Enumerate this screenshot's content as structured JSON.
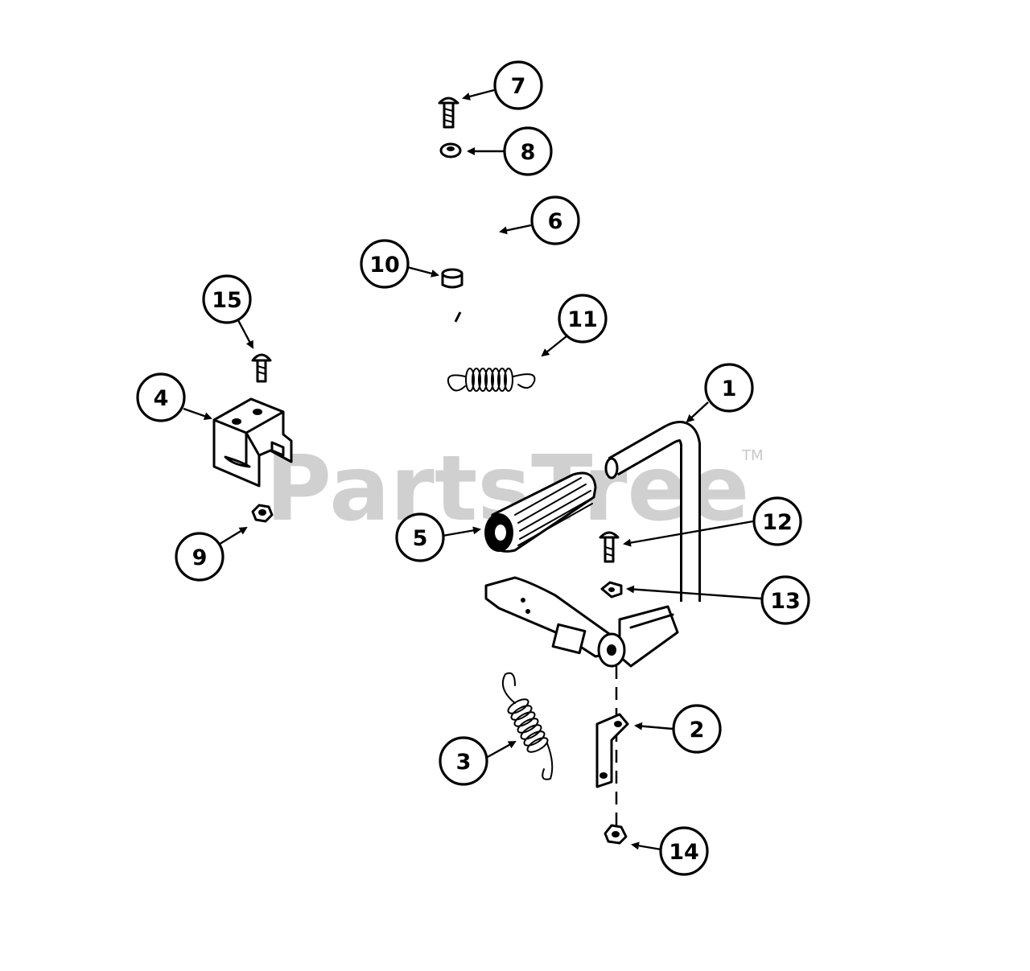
{
  "watermark": {
    "text": "PartsTree",
    "trademark": "TM"
  },
  "callouts": [
    "1",
    "2",
    "3",
    "4",
    "5",
    "6",
    "7",
    "8",
    "9",
    "10",
    "11",
    "12",
    "13",
    "14",
    "15"
  ],
  "colors": {
    "line": "#000000",
    "watermark": "#c8c8c8",
    "background": "#ffffff"
  }
}
